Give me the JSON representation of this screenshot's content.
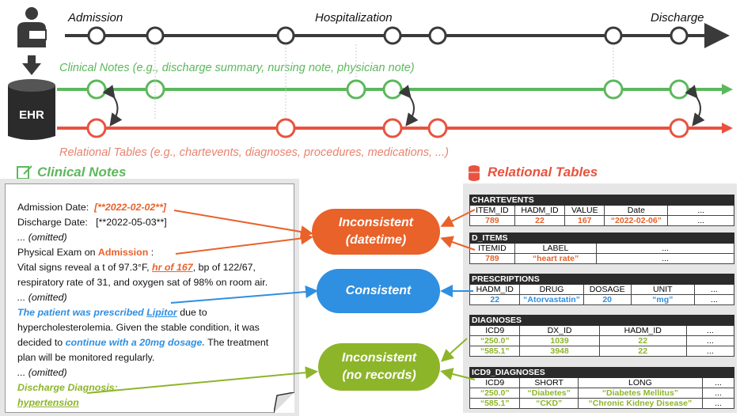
{
  "timeline": {
    "admission": "Admission",
    "hospitalization": "Hospitalization",
    "discharge": "Discharge",
    "ehr": "EHR",
    "clinical_notes_caption": "Clinical Notes (e.g., discharge summary, nursing note, physician note)",
    "relational_tables_caption": "Relational Tables (e.g., chartevents, diagnoses, procedures, medications, ...)"
  },
  "sections": {
    "notes_title": "Clinical Notes",
    "tables_title": "Relational Tables"
  },
  "note": {
    "admission_date_label": "Admission Date:",
    "admission_date_value": "[**2022-02-02**]",
    "discharge_date_label": "Discharge Date:",
    "discharge_date_value": "[**2022-05-03**]",
    "omitted": "... (omitted)",
    "exam_prefix": "Physical Exam on ",
    "exam_admission": "Admission",
    "exam_suffix": " :",
    "vitals_a": "Vital signs reveal a t of 97.3°F, ",
    "vitals_hr": "hr of 167",
    "vitals_b": ", bp of 122/67,",
    "vitals_line2": "respiratory rate of 31, and oxygen sat of 98% on room air.",
    "rx_a": "The patient was prescribed ",
    "rx_drug": "Lipitor",
    "rx_b": " due to",
    "rx_line2": "hypercholesterolemia. Given the stable condition, it was",
    "rx_line3a": "decided to ",
    "rx_line3b": "continue with a 20mg dosage.",
    "rx_line3c": " The treatment",
    "rx_line4": "plan will be monitored regularly.",
    "dx_label": "Discharge Diagnosis:",
    "dx_value": "hypertension"
  },
  "pills": {
    "p1_line1": "Inconsistent",
    "p1_line2": "(datetime)",
    "p2": "Consistent",
    "p3_line1": "Inconsistent",
    "p3_line2": "(no records)"
  },
  "tables": {
    "chartevents": {
      "name": "CHARTEVENTS",
      "headers": [
        "ITEM_ID",
        "HADM_ID",
        "VALUE",
        "Date",
        "..."
      ],
      "row": [
        "789",
        "22",
        "167",
        "“2022-02-06”",
        "..."
      ]
    },
    "d_items": {
      "name": "D_ITEMS",
      "headers": [
        "ITEMID",
        "LABEL",
        "..."
      ],
      "row": [
        "789",
        "“heart rate”",
        "..."
      ]
    },
    "prescriptions": {
      "name": "PRESCRIPTIONS",
      "headers": [
        "HADM_ID",
        "DRUG",
        "DOSAGE",
        "UNIT",
        "..."
      ],
      "row": [
        "22",
        "“Atorvastatin”",
        "20",
        "“mg”",
        "..."
      ]
    },
    "diagnoses": {
      "name": "DIAGNOSES",
      "headers": [
        "ICD9",
        "DX_ID",
        "HADM_ID",
        "..."
      ],
      "rows": [
        [
          "“250.0”",
          "1039",
          "22",
          "..."
        ],
        [
          "“585.1”",
          "3948",
          "22",
          "..."
        ]
      ]
    },
    "icd9_diagnoses": {
      "name": "ICD9_DIAGNOSES",
      "headers": [
        "ICD9",
        "SHORT",
        "LONG",
        "..."
      ],
      "rows": [
        [
          "“250.0”",
          "“Diabetes”",
          "“Diabetes Mellitus”",
          "..."
        ],
        [
          "“585.1”",
          "“CKD”",
          "“Chronic Kidney Disease”",
          "..."
        ]
      ]
    }
  },
  "colors": {
    "green": "#5cb85c",
    "red": "#e8533f",
    "orange": "#e8622a",
    "blue": "#2f8fe0",
    "lime": "#8db52a",
    "dark": "#3a3a3a"
  }
}
